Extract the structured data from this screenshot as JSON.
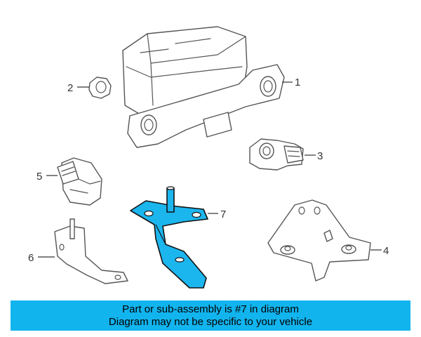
{
  "colors": {
    "highlight": "#1cb6ef",
    "banner": "#12b4ee",
    "line": "#555555"
  },
  "callouts": [
    "1",
    "2",
    "3",
    "4",
    "5",
    "6",
    "7"
  ],
  "banner": {
    "line1": "Part or sub-assembly is #7 in diagram",
    "line2": "Diagram may not be specific to your vehicle"
  }
}
